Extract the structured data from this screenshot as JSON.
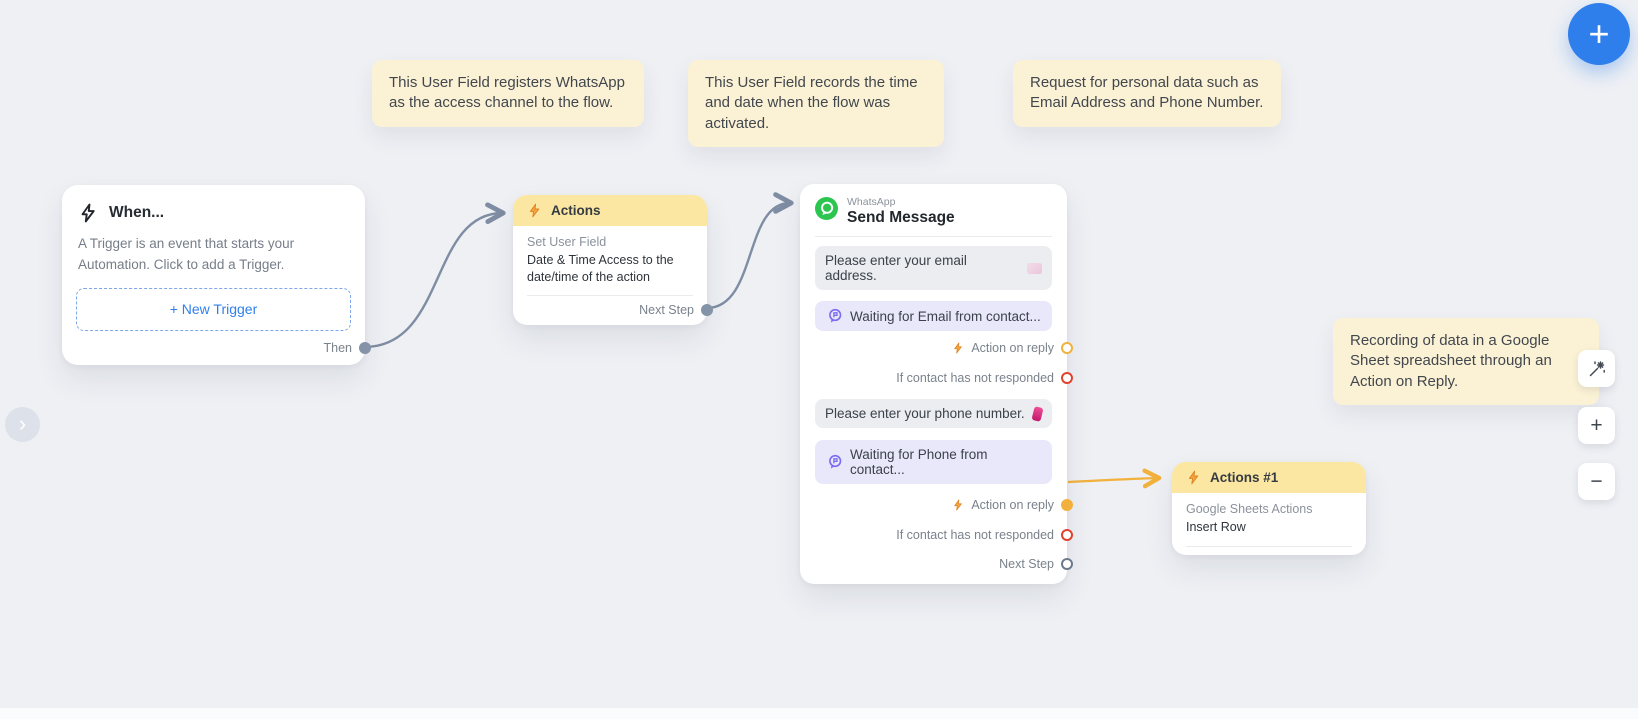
{
  "notes": [
    {
      "text": "This User Field registers WhatsApp as the access channel to the flow."
    },
    {
      "text": "This User Field records the time and date when the flow was activated."
    },
    {
      "text": "Request for personal data such as Email Address and Phone Number."
    },
    {
      "text": "Recording of data in a Google Sheet spreadsheet through an Action on Reply."
    }
  ],
  "trigger_card": {
    "title": "When...",
    "description": "A Trigger is an event that starts your Automation. Click to add a Trigger.",
    "new_trigger_button": "+ New Trigger",
    "then_label": "Then"
  },
  "actions_card": {
    "title": "Actions",
    "action_type": "Set User Field",
    "action_detail": "Date & Time Access to the date/time of the action",
    "next_step_label": "Next Step"
  },
  "whatsapp_card": {
    "channel_label": "WhatsApp",
    "title": "Send Message",
    "email_message": "Please enter your email address.",
    "email_wait": "Waiting for Email from contact...",
    "phone_message": "Please enter your phone number.",
    "phone_wait": "Waiting for Phone from contact...",
    "action_on_reply_label": "Action on reply",
    "not_responded_label": "If contact has not responded",
    "next_step_label": "Next Step"
  },
  "sheets_card": {
    "title": "Actions #1",
    "action_type": "Google Sheets Actions",
    "action_detail": "Insert Row"
  },
  "controls": {
    "add_node_button": "+",
    "zoom_in_button": "+",
    "zoom_out_button": "−",
    "expand_panel_chevron": "›"
  },
  "colors": {
    "accent_blue": "#2f80ed",
    "whatsapp_green": "#2bc550",
    "card_header_yellow": "#fbe7a1",
    "note_beige": "#fbf2d5",
    "reply_port_yellow": "#f2b13c",
    "alert_port_red": "#e4402e",
    "connector_gray": "#7e8da3"
  }
}
